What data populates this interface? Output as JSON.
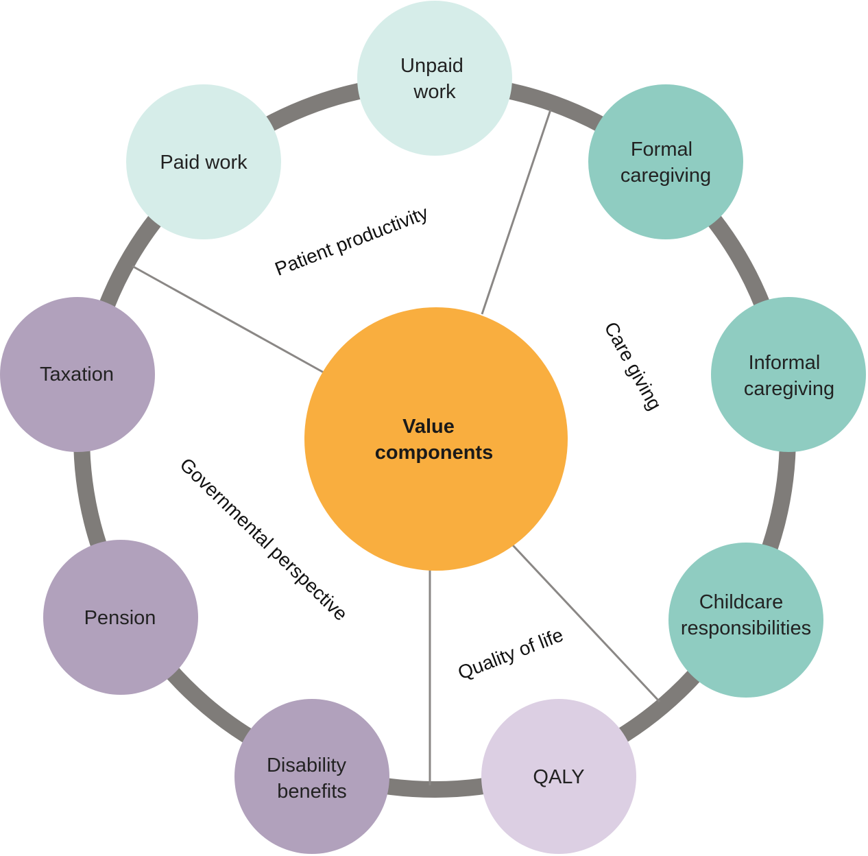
{
  "center": {
    "lines": [
      "Value",
      "components"
    ],
    "color": "#F9AE3F"
  },
  "ring_color": "#7F7C79",
  "divider_color": "#8A8785",
  "sectors": [
    {
      "key": "patient-productivity",
      "label": "Patient productivity"
    },
    {
      "key": "care-giving",
      "label": "Care giving"
    },
    {
      "key": "quality-of-life",
      "label": "Quality of life"
    },
    {
      "key": "governmental-perspective",
      "label": "Governmental perspective"
    }
  ],
  "nodes": [
    {
      "key": "unpaid-work",
      "lines": [
        "Unpaid",
        "work"
      ],
      "color": "#D6EDE9",
      "group": "patient-productivity"
    },
    {
      "key": "paid-work",
      "lines": [
        "Paid work"
      ],
      "color": "#D6EDE9",
      "group": "patient-productivity"
    },
    {
      "key": "formal-caregiving",
      "lines": [
        "Formal",
        "caregiving"
      ],
      "color": "#8FCCC1",
      "group": "care-giving"
    },
    {
      "key": "informal-caregiving",
      "lines": [
        "Informal",
        "caregiving"
      ],
      "color": "#8FCCC1",
      "group": "care-giving"
    },
    {
      "key": "childcare-responsibilities",
      "lines": [
        "Childcare",
        "responsibilities"
      ],
      "color": "#8FCCC1",
      "group": "care-giving"
    },
    {
      "key": "qaly",
      "lines": [
        "QALY"
      ],
      "color": "#DCCFE3",
      "group": "quality-of-life"
    },
    {
      "key": "disability-benefits",
      "lines": [
        "Disability",
        "benefits"
      ],
      "color": "#B1A1BC",
      "group": "governmental-perspective"
    },
    {
      "key": "pension",
      "lines": [
        "Pension"
      ],
      "color": "#B1A1BC",
      "group": "governmental-perspective"
    },
    {
      "key": "taxation",
      "lines": [
        "Taxation"
      ],
      "color": "#B1A1BC",
      "group": "governmental-perspective"
    }
  ]
}
